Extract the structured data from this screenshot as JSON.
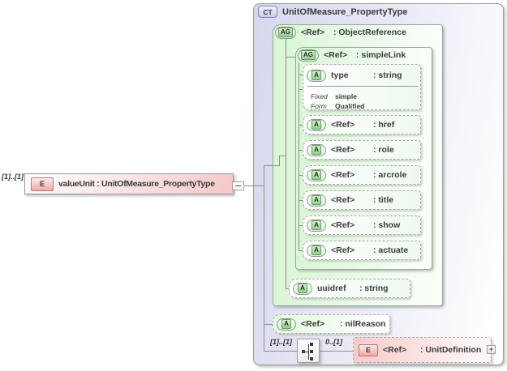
{
  "icons": {
    "collapse_handle": "minus",
    "expand_handle": "plus",
    "compositor": "sequence"
  },
  "root_element": {
    "cardinality": "[1]..[1]",
    "badge": "E",
    "label": "valueUnit : UnitOfMeasure_PropertyType"
  },
  "complex_type": {
    "badge": "CT",
    "title": "UnitOfMeasure_PropertyType",
    "object_reference": {
      "badge": "AG",
      "name": "<Ref>",
      "type": ": ObjectReference",
      "simple_link": {
        "badge": "AG",
        "name": "<Ref>",
        "type": ": simpleLink",
        "attributes": [
          {
            "badge": "A",
            "name": "type",
            "type": ": string"
          },
          {
            "badge": "A",
            "name": "<Ref>",
            "type": ": href"
          },
          {
            "badge": "A",
            "name": "<Ref>",
            "type": ": role"
          },
          {
            "badge": "A",
            "name": "<Ref>",
            "type": ": arcrole"
          },
          {
            "badge": "A",
            "name": "<Ref>",
            "type": ": title"
          },
          {
            "badge": "A",
            "name": "<Ref>",
            "type": ": show"
          },
          {
            "badge": "A",
            "name": "<Ref>",
            "type": ": actuate"
          }
        ],
        "type_facets": [
          {
            "label": "Fixed",
            "value": "simple"
          },
          {
            "label": "Form",
            "value": "Qualified"
          }
        ]
      },
      "uuidref_attribute": {
        "badge": "A",
        "name": "uuidref",
        "type": ": string"
      }
    },
    "nil_reason": {
      "badge": "A",
      "name": "<Ref>",
      "type": ": nilReason"
    },
    "sequence": {
      "cardinality": "[1]..[1]",
      "child_cardinality": "0..[1]",
      "unit_definition": {
        "badge": "E",
        "name": "<Ref>",
        "type": ": UnitDefinition",
        "expand_glyph": "+"
      }
    }
  }
}
